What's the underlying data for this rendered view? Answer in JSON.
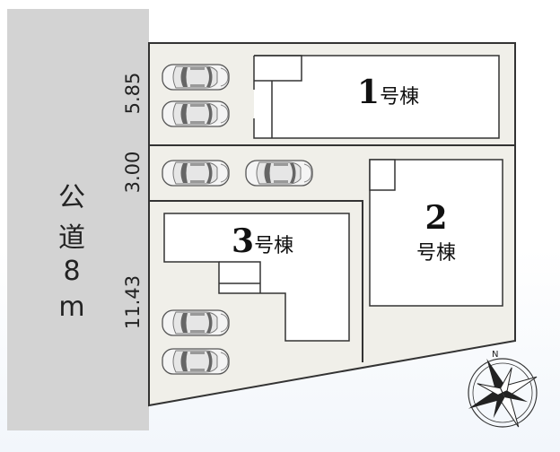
{
  "road": {
    "label_chars": [
      "公",
      "道",
      "8",
      "m"
    ],
    "color": "#d3d3d3"
  },
  "dimensions": {
    "top": "5.85",
    "middle": "3.00",
    "bottom": "11.43"
  },
  "buildings": {
    "b1": {
      "number": "1",
      "suffix": "号棟"
    },
    "b2": {
      "number": "2",
      "suffix": "号棟"
    },
    "b3": {
      "number": "3",
      "suffix": "号棟"
    }
  },
  "compass": {
    "north_label": "N"
  },
  "colors": {
    "lot_fill": "#f0efe9",
    "line": "#333333",
    "building_fill": "#ffffff"
  }
}
